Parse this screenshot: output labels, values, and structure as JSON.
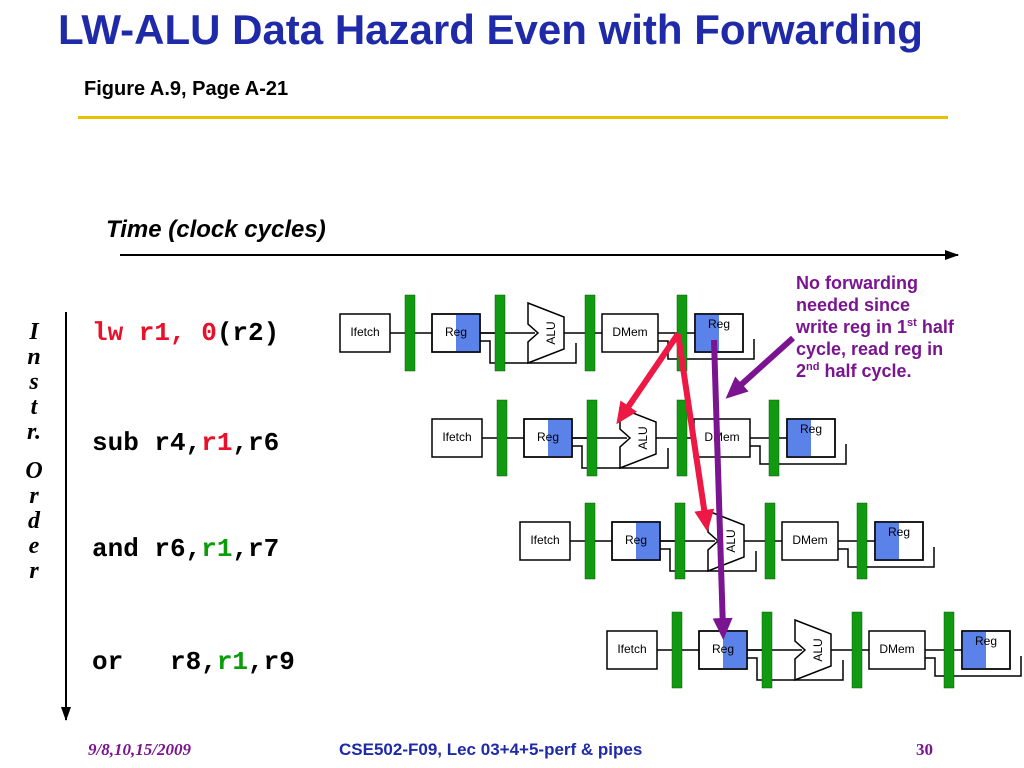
{
  "slide": {
    "title": "LW-ALU Data Hazard Even with Forwarding",
    "subtitle": "Figure A.9, Page A-21",
    "time_label": "Time (clock cycles)",
    "order_label": [
      "I",
      "n",
      "s",
      "t",
      "r.",
      "",
      "O",
      "r",
      "d",
      "e",
      "r"
    ],
    "note": {
      "line1": "No forwarding",
      "line2": "needed since",
      "line3a": "write reg in 1",
      "line3sup": "st",
      "line3b": " half",
      "line4": "cycle, read reg in",
      "line5a": "2",
      "line5sup": "nd",
      "line5b": " half cycle."
    },
    "footer_date": "9/8,10,15/2009",
    "footer_course": "CSE502-F09, Lec 03+4+5-perf & pipes",
    "footer_page": "30"
  },
  "instructions": [
    {
      "parts": [
        {
          "t": "lw r1, 0",
          "c": "red"
        },
        {
          "t": "(r2)",
          "c": ""
        }
      ]
    },
    {
      "parts": [
        {
          "t": "sub r4,",
          "c": ""
        },
        {
          "t": "r1",
          "c": "red"
        },
        {
          "t": ",r6",
          "c": ""
        }
      ]
    },
    {
      "parts": [
        {
          "t": "and r6,",
          "c": ""
        },
        {
          "t": "r1",
          "c": "green"
        },
        {
          "t": ",r7",
          "c": ""
        }
      ]
    },
    {
      "parts": [
        {
          "t": "or   r8,",
          "c": ""
        },
        {
          "t": "r1",
          "c": "green"
        },
        {
          "t": ",r9",
          "c": ""
        }
      ]
    }
  ],
  "stage_labels": {
    "ifetch": "Ifetch",
    "reg": "Reg",
    "alu": "ALU",
    "dmem": "DMem"
  },
  "colors": {
    "title": "#1f2aa8",
    "pipeline_register": "#119a11",
    "reg_highlight": "#5a82e8",
    "forward_arrow": "#ee1844",
    "note_arrow": "#7a1490",
    "rule": "#e8c200"
  }
}
